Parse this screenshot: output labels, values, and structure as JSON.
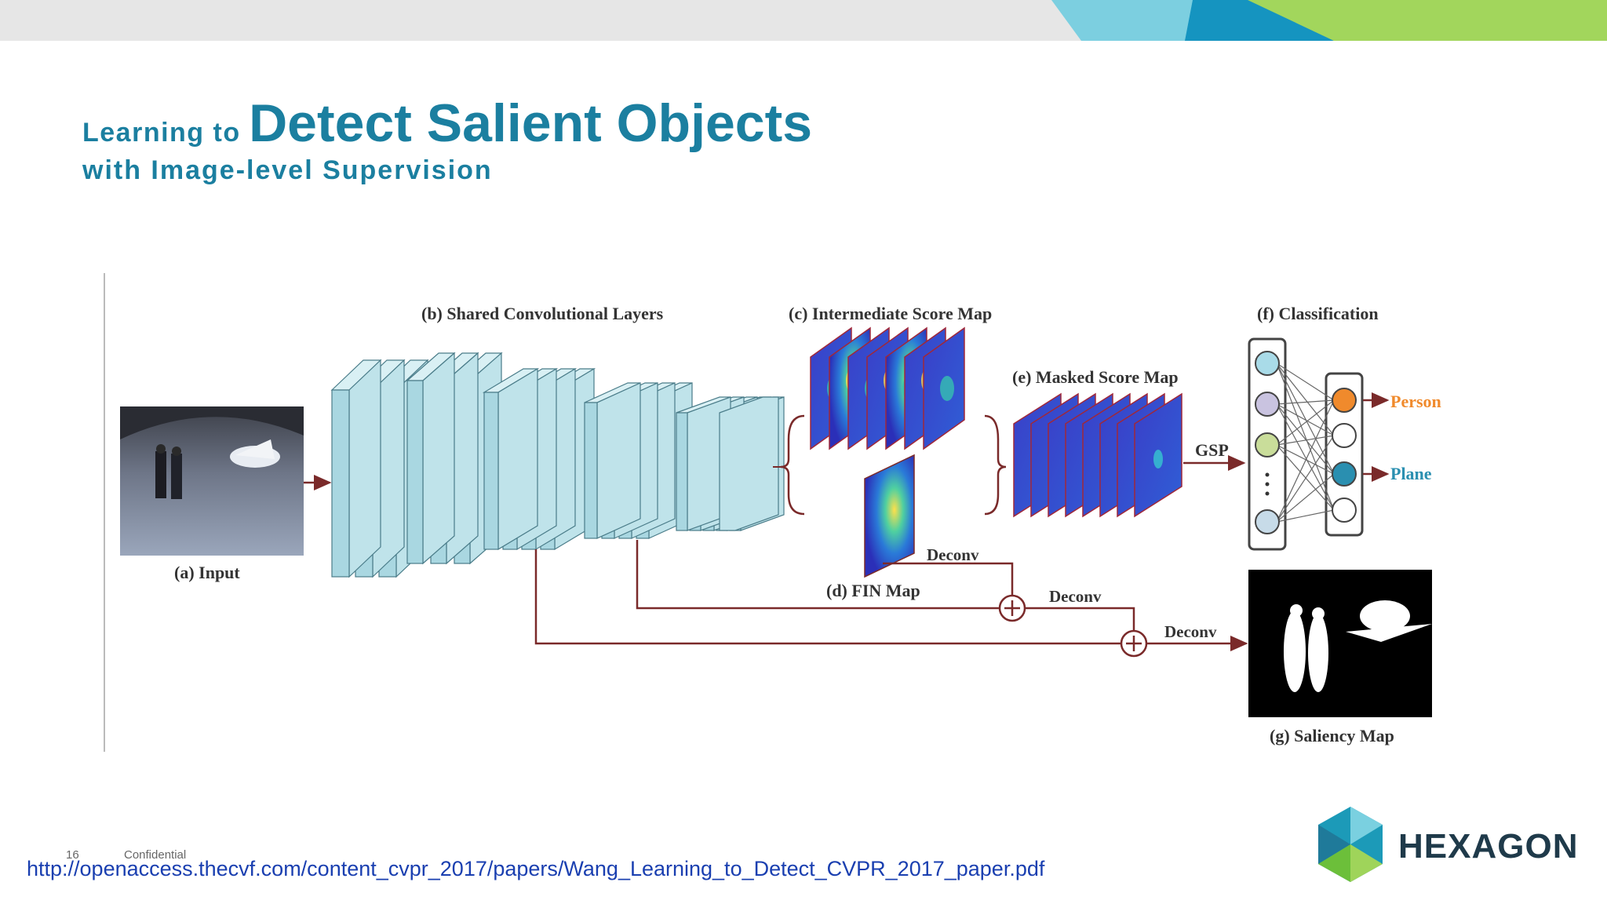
{
  "slide": {
    "title_small": "Learning to",
    "title_big": "Detect Salient Objects",
    "subtitle": "with Image-level Supervision",
    "page_number": "16",
    "confidential": "Confidential",
    "url": "http://openaccess.thecvf.com/content_cvpr_2017/papers/Wang_Learning_to_Detect_CVPR_2017_paper.pdf",
    "logo_text": "HEXAGON"
  },
  "diagram": {
    "label_input": "(a) Input",
    "label_shared": "(b) Shared Convolutional Layers",
    "label_intermediate": "(c) Intermediate Score Map",
    "label_fin": "(d) FIN Map",
    "label_masked": "(e) Masked Score Map",
    "label_classification": "(f) Classification",
    "label_saliency": "(g) Saliency Map",
    "label_gsp": "GSP",
    "label_deconv_1": "Deconv",
    "label_deconv_2": "Deconv",
    "label_deconv_3": "Deconv",
    "label_person": "Person",
    "label_plane": "Plane",
    "colors": {
      "conv_fill": "#bfe3ea",
      "conv_stroke": "#4a7c89",
      "arrow": "#7a2a2a",
      "person": "#f08a2c",
      "plane": "#2a8fb0",
      "node_purple": "#c9c3e0",
      "node_green": "#c9dd9a",
      "node_blue": "#a9dbe8"
    }
  },
  "theme": {
    "title_color": "#1b7fa0",
    "accent_teal": "#6bc8dc",
    "accent_blue": "#1593c0",
    "accent_green": "#9fd45a"
  }
}
